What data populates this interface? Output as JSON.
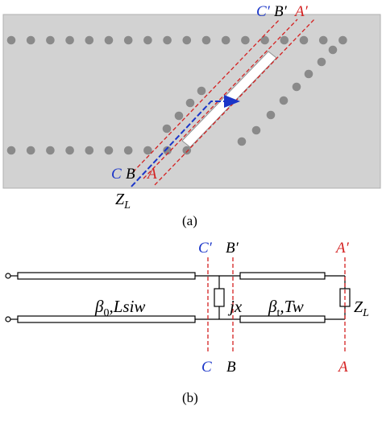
{
  "panel_a": {
    "caption": "(a)",
    "labels": {
      "c_top": "C′",
      "b_top": "B′",
      "a_top": "A′",
      "c_bot": "C",
      "b_bot": "B",
      "a_bot": "A",
      "z_main": "Z",
      "z_sub": "L"
    },
    "colors": {
      "substrate": "#d2d2d2",
      "via": "#8a8a8a",
      "slot": "#ffffff",
      "ref_line": "#d42020",
      "signal": "#1a35c8",
      "label_blue": "#1a35c8",
      "label_red": "#d42020",
      "label_black": "#000000"
    }
  },
  "panel_b": {
    "caption": "(b)",
    "labels": {
      "c_top": "C′",
      "b_top": "B′",
      "a_top": "A′",
      "c_bot": "C",
      "b_bot": "B",
      "a_bot": "A",
      "section1_beta": "β",
      "section1_sub": "0",
      "section1_rest": ",Lsiw",
      "shunt": "jx",
      "section2_beta": "β",
      "section2_sub": "t",
      "section2_rest": ",Tw",
      "z_main": "Z",
      "z_sub": "L"
    }
  }
}
